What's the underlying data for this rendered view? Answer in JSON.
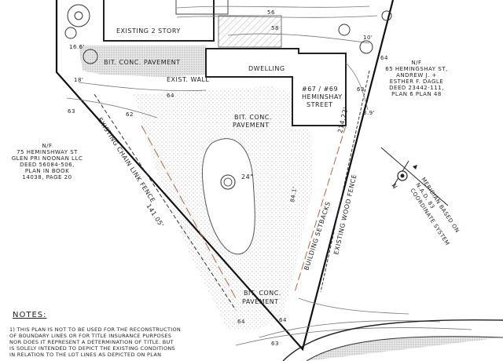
{
  "labels": {
    "existing_2_story": "EXISTING 2 STORY",
    "bit_conc_pavement_top": "BIT. CONC. PAVEMENT",
    "exist_wall": "EXIST. WALL",
    "dwelling": "DWELLING",
    "address_line1": "#67 / #69",
    "address_line2": "HEMINSHAY",
    "address_line3": "STREET",
    "bit_conc_pavement_mid_1": "BIT. CONC.",
    "bit_conc_pavement_mid_2": "PAVEMENT",
    "bit_conc_pavement_bottom_1": "BIT. CONC.",
    "bit_conc_pavement_bottom_2": "PAVEMENT",
    "tree_24": "24\"",
    "building_setbacks": "BUILDING SETBACKS",
    "chain_link_fence": "EXISTING CHAIN LINK FENCE",
    "chain_link_length": "141.05'",
    "wood_fence": "EXISTING WOOD FENCE",
    "east_length": "214.22'",
    "east_offset": "3.9'",
    "offset_10": "10'",
    "offset_18": "18'",
    "offset_16_6": "16.6'",
    "offset_84": "84.1'"
  },
  "abutter_west": [
    "N/F",
    "75 HEMINSHWAY ST",
    "GLEN PRI NOONAN LLC",
    "DEED 56084-506,",
    "PLAN IN BOOK",
    "14038, PAGE 20"
  ],
  "abutter_east": [
    "N/F",
    "65 HEMINGSHAY ST,",
    "ANDREW J. +",
    "ESTHER F. DAGLE",
    "DEED 23442-111,",
    "PLAN 6 PLAN 48"
  ],
  "meridian": [
    "MERIDIAN BASED ON",
    "N.A.D. 83",
    "COORDINATE SYSTEM"
  ],
  "north_arrow_symbol": "N",
  "contour_labels": [
    "58",
    "56",
    "64",
    "62",
    "63",
    "63",
    "64",
    "64",
    "64",
    "63"
  ],
  "notes": {
    "title": "NOTES:",
    "lines": [
      "1) THIS PLAN IS NOT TO BE USED FOR THE RECONSTRUCTION",
      "OF BOUNDARY LINES OR FOR TITLE INSURANCE PURPOSES",
      "NOR DOES IT REPRESENT A DETERMINATION OF TITLE. BUT",
      "IS SOLELY INTENDED TO DEPICT THE EXISTING CONDITIONS",
      "IN RELATION TO THE LOT LINES AS DEPICTED ON PLAN"
    ]
  }
}
